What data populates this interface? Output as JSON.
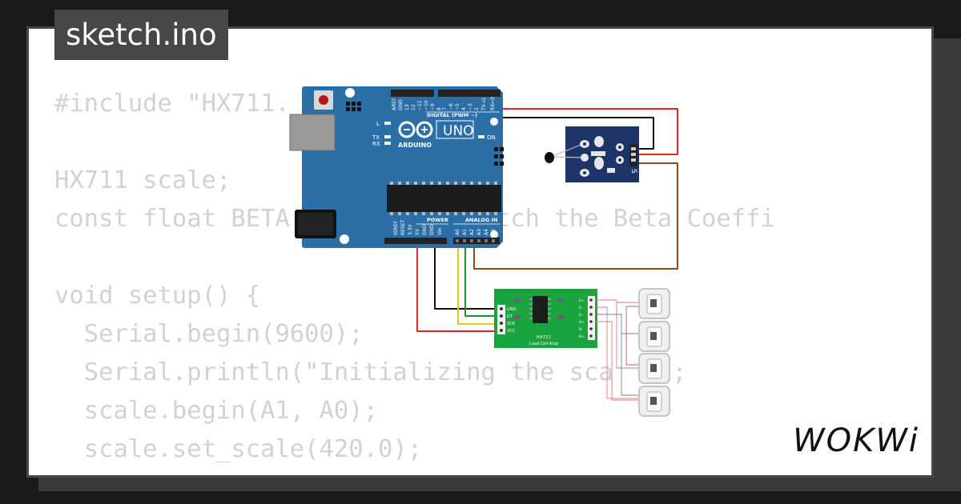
{
  "window": {
    "title": "sketch.ino"
  },
  "brand": {
    "name": "WOKWi"
  },
  "code_lines": [
    "#include \"HX711.",
    "",
    "HX711 scale;",
    "const float BETA",
    "",
    "void setup() {",
    "  Serial.begin(9600);",
    "  Serial.println(\"Initializing the sca",
    "  scale.begin(A1, A0);",
    "  scale.set_scale(420.0);"
  ],
  "code_fragments": {
    "beta_tail": "ould match the Beta Coeffi",
    "println_tail": "\");"
  },
  "arduino": {
    "model": "UNO",
    "brand": "ARDUINO",
    "digital_label": "DIGITAL (PWM ~)",
    "analog_label": "ANALOG IN",
    "power_label": "POWER",
    "on_label": "ON",
    "led_labels": [
      "L",
      "TX",
      "RX"
    ],
    "top_pins": [
      "AREF",
      "GND",
      "13",
      "12",
      "~11",
      "~10",
      "~9",
      "8",
      "7",
      "~6",
      "~5",
      "4",
      "~3",
      "2",
      "TX→1",
      "RX←0"
    ],
    "bottom_pins": [
      "IOREF",
      "RESET",
      "3.3V",
      "5V",
      "GND",
      "GND",
      "Vin",
      "A0",
      "A1",
      "A2",
      "A3",
      "A4",
      "A5"
    ]
  },
  "hx711": {
    "name": "HX711",
    "subtitle": "Load Cell Amp",
    "left_pins": [
      "GND",
      "DT",
      "SCK",
      "VCC"
    ],
    "right_pins": [
      "E+",
      "E-",
      "A-",
      "A+",
      "B-",
      "B+"
    ]
  },
  "ntc": {
    "pin_labels": [
      "-",
      "S"
    ]
  },
  "colors": {
    "board_blue": "#2b6fa6",
    "hx711_green": "#1aa33f",
    "ntc_blue": "#1c3468",
    "wire_red": "#e0262b",
    "wire_black": "#111111",
    "wire_brown": "#8b4a22",
    "wire_yellow": "#e5c81b",
    "wire_green": "#1a8f2e",
    "code_gray": "#d2d2d2"
  }
}
